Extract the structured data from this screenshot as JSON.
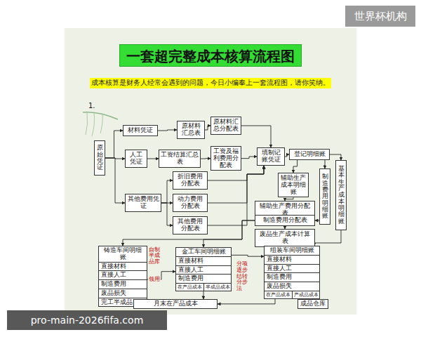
{
  "diagram": {
    "title": "一套超完整成本核算流程图",
    "nodes": [
      {
        "text": [
          "原始凭证"
        ]
      },
      {
        "text": [
          "材料凭证"
        ]
      },
      {
        "text": [
          "原材料汇总表"
        ]
      },
      {
        "text": [
          "原材料汇总分配表"
        ]
      },
      {
        "text": [
          "人工凭证"
        ]
      },
      {
        "text": [
          "工资结算汇总表"
        ]
      },
      {
        "text": [
          "工资及福利费用分配表"
        ]
      },
      {
        "text": [
          "填制记账凭证"
        ]
      },
      {
        "text": [
          "登记明细账"
        ]
      },
      {
        "text": [
          "其他费用凭证"
        ]
      },
      {
        "text": [
          "折旧费用分配表"
        ]
      },
      {
        "text": [
          "动力费用分配表"
        ]
      },
      {
        "text": [
          "其他费用分配表"
        ]
      },
      {
        "text": [
          "辅助生产成本明细账"
        ]
      },
      {
        "text": [
          "制造费用明细账"
        ]
      },
      {
        "text": [
          "基本生产成本明细账"
        ]
      },
      {
        "text": [
          "辅助生产费用分配表"
        ]
      },
      {
        "text": [
          "制造费用分配表"
        ]
      },
      {
        "text": [
          "废品生产成本计算表"
        ]
      },
      {
        "text": [
          "铸造车间明细账",
          "直接材料",
          "直接人工",
          "制造费用",
          "废品损失",
          "完工半成品"
        ]
      },
      {
        "text": [
          "金工车间明细账",
          "直接材料",
          "直接人工",
          "制造费用",
          "在产品成本",
          "半成品成本"
        ]
      },
      {
        "text": [
          "组装车间明细账",
          "直接材料",
          "直接人工",
          "制造费用",
          "废品损失",
          "在产品成本",
          "产成品成本"
        ]
      },
      {
        "text": [
          "月末在产品成本"
        ]
      },
      {
        "text": [
          "成品仓库"
        ]
      }
    ],
    "edges": [
      {
        "from": 0,
        "to": 1,
        "arrow": "to"
      },
      {
        "from": 0,
        "to": 4,
        "arrow": "to"
      },
      {
        "from": 0,
        "to": 9,
        "arrow": "to"
      },
      {
        "from": 1,
        "to": 2,
        "arrow": "to"
      },
      {
        "from": 2,
        "to": 3,
        "arrow": "to"
      },
      {
        "from": 4,
        "to": 5,
        "arrow": "to"
      },
      {
        "from": 5,
        "to": 6,
        "arrow": "to"
      },
      {
        "from": 9,
        "to": 10,
        "arrow": "to"
      },
      {
        "from": 9,
        "to": 11,
        "arrow": "to"
      },
      {
        "from": 9,
        "to": 12,
        "arrow": "to"
      },
      {
        "from": 3,
        "to": 7,
        "arrow": "to"
      },
      {
        "from": 6,
        "to": 7,
        "arrow": "to"
      },
      {
        "from": 10,
        "to": 7,
        "arrow": "to"
      },
      {
        "from": 11,
        "to": 7,
        "arrow": "to"
      },
      {
        "from": 12,
        "to": 7,
        "arrow": "to"
      },
      {
        "from": 7,
        "to": 8,
        "arrow": "to"
      },
      {
        "from": 8,
        "to": 13,
        "arrow": "to"
      },
      {
        "from": 8,
        "to": 14,
        "arrow": "to"
      },
      {
        "from": 8,
        "to": 15,
        "arrow": "to"
      },
      {
        "from": 13,
        "to": 16,
        "arrow": "to"
      },
      {
        "from": 16,
        "to": 17,
        "arrow": "to"
      },
      {
        "from": 14,
        "to": 17,
        "arrow": "to"
      },
      {
        "from": 17,
        "to": 18,
        "arrow": "to"
      },
      {
        "from": 17,
        "to": 19,
        "arrow": "to"
      },
      {
        "from": 17,
        "to": 20,
        "arrow": "to"
      },
      {
        "from": 18,
        "to": 21,
        "arrow": "to"
      },
      {
        "from": 15,
        "to": 21,
        "arrow": "to"
      },
      {
        "from": 19,
        "to": 20,
        "label": "领用",
        "arrow": "to"
      },
      {
        "from": 20,
        "to": 21,
        "arrow": "to"
      },
      {
        "from": 19,
        "to": 22,
        "arrow": "to"
      },
      {
        "from": 20,
        "to": 22,
        "arrow": "to"
      },
      {
        "from": 21,
        "to": 22,
        "arrow": "to"
      },
      {
        "from": 21,
        "to": 23,
        "arrow": "to"
      }
    ],
    "labels": [
      "成本核算是财务人经常会遇到的问题，今日小编奉上一套流程图，请你笑纳。",
      "1.",
      "自制半成品库",
      "分项逐步结转分步法",
      "世界杯机构",
      "pro-main-2026fifa.com"
    ]
  }
}
